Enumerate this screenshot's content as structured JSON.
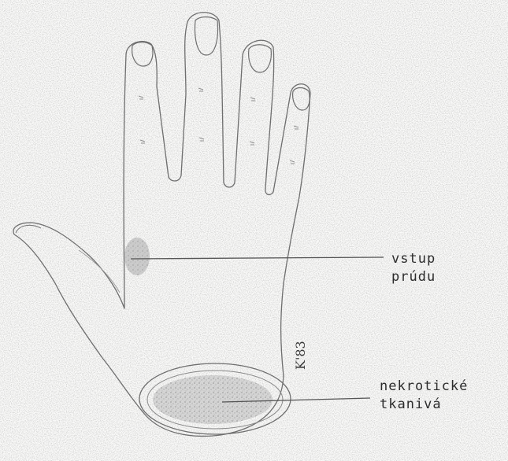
{
  "labels": {
    "entry_line1": "vstup",
    "entry_line2": "prúdu",
    "necrotic_line1": "nekrotické",
    "necrotic_line2": "tkanivá"
  },
  "signature": "K'83",
  "colors": {
    "outline": "#6e6e6e",
    "shading": "#b8b8b8",
    "text": "#2c2c2c",
    "paper": "#fbfbfa"
  }
}
